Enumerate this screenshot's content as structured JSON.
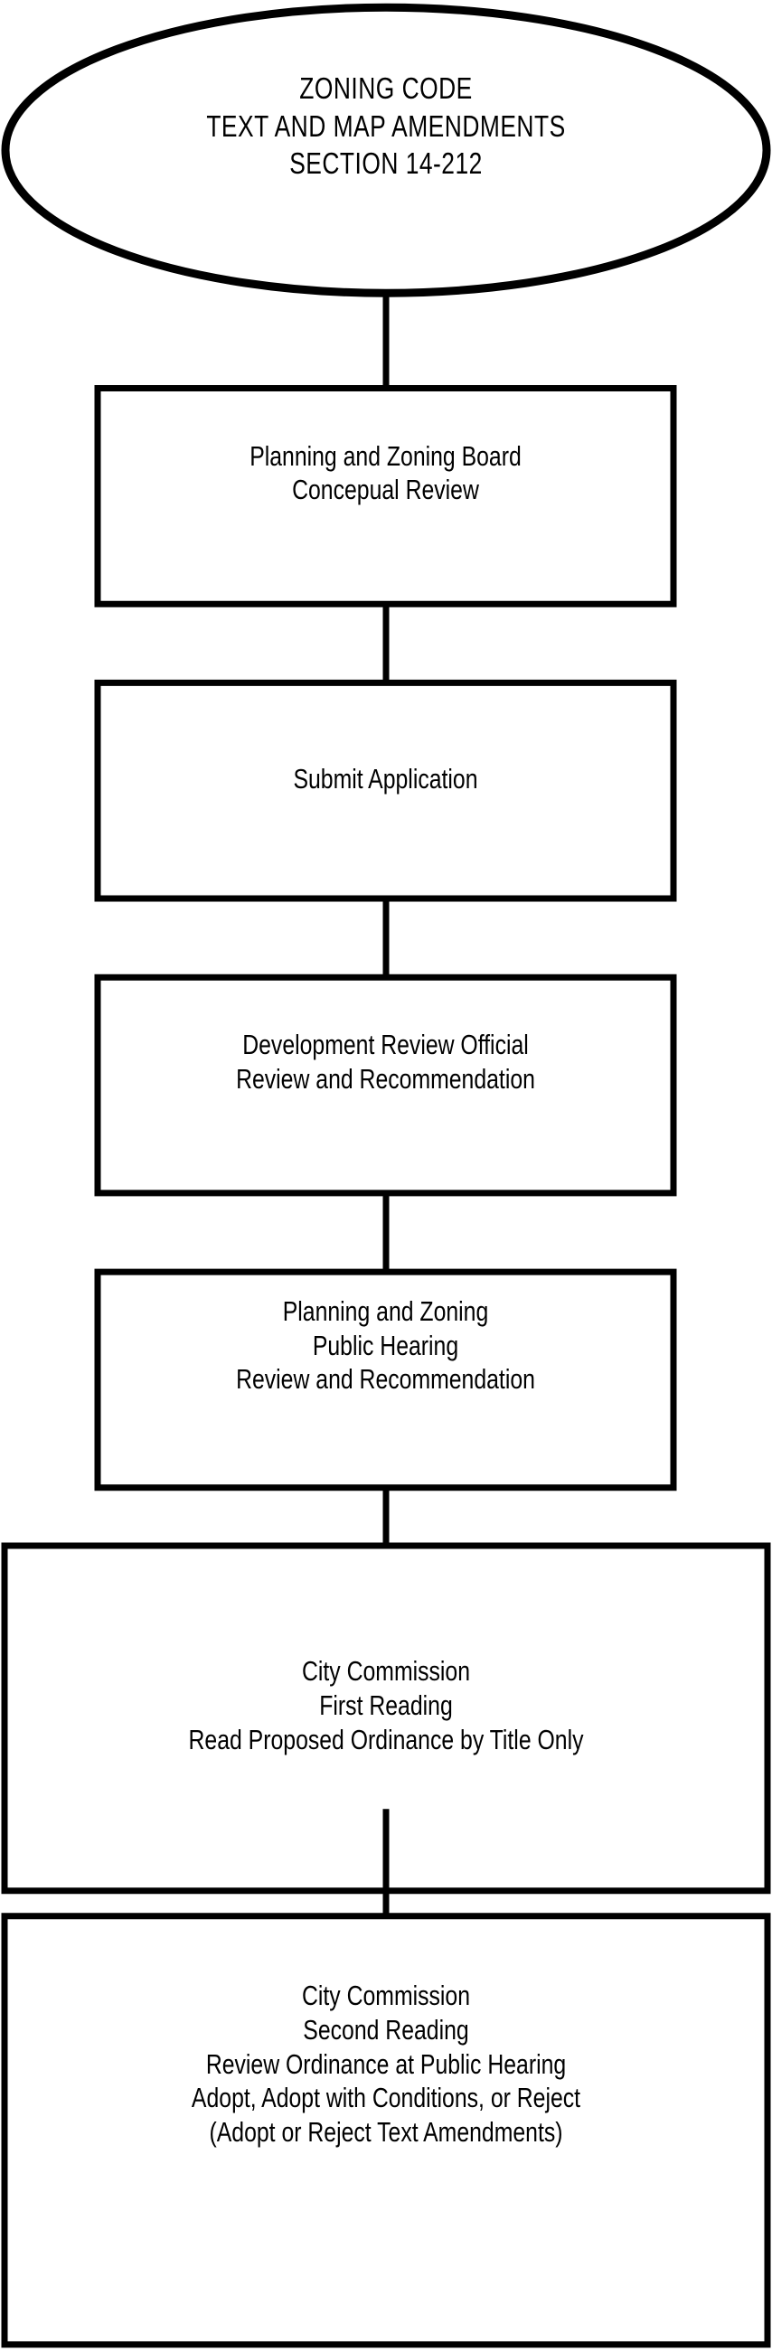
{
  "diagram": {
    "title": "Zoning Code Text and Map Amendments Process",
    "background_color": "#ffffff",
    "stroke_color": "#000000",
    "nodes": [
      {
        "id": "start",
        "shape": "ellipse",
        "lines": [
          "ZONING CODE",
          "TEXT AND MAP AMENDMENTS",
          "SECTION 14-212"
        ]
      },
      {
        "id": "pz-conceptual",
        "shape": "rectangle",
        "lines": [
          "Planning and Zoning Board",
          "Concepual Review"
        ]
      },
      {
        "id": "submit-application",
        "shape": "rectangle",
        "lines": [
          "Submit Application"
        ]
      },
      {
        "id": "dro-review",
        "shape": "rectangle",
        "lines": [
          "Development Review Official",
          "Review and Recommendation"
        ]
      },
      {
        "id": "pz-public-hearing",
        "shape": "rectangle",
        "lines": [
          "Planning and Zoning",
          "Public Hearing",
          "Review and Recommendation"
        ]
      },
      {
        "id": "commission-first-reading",
        "shape": "rectangle",
        "lines": [
          "City Commission",
          "First Reading",
          "Read Proposed Ordinance by Title Only"
        ]
      },
      {
        "id": "commission-second-reading",
        "shape": "rectangle",
        "lines": [
          "City Commission",
          "Second Reading",
          "Review Ordinance at Public Hearing",
          "Adopt, Adopt with Conditions, or Reject",
          "(Adopt or Reject Text Amendments)"
        ]
      }
    ],
    "connectors": [
      {
        "id": "c1",
        "from": "start",
        "to": "pz-conceptual"
      },
      {
        "id": "c2",
        "from": "pz-conceptual",
        "to": "submit-application"
      },
      {
        "id": "c3",
        "from": "submit-application",
        "to": "dro-review"
      },
      {
        "id": "c4",
        "from": "dro-review",
        "to": "pz-public-hearing"
      },
      {
        "id": "c5",
        "from": "pz-public-hearing",
        "to": "commission-first-reading"
      },
      {
        "id": "c6",
        "from": "commission-first-reading",
        "to": "commission-second-reading"
      }
    ]
  }
}
